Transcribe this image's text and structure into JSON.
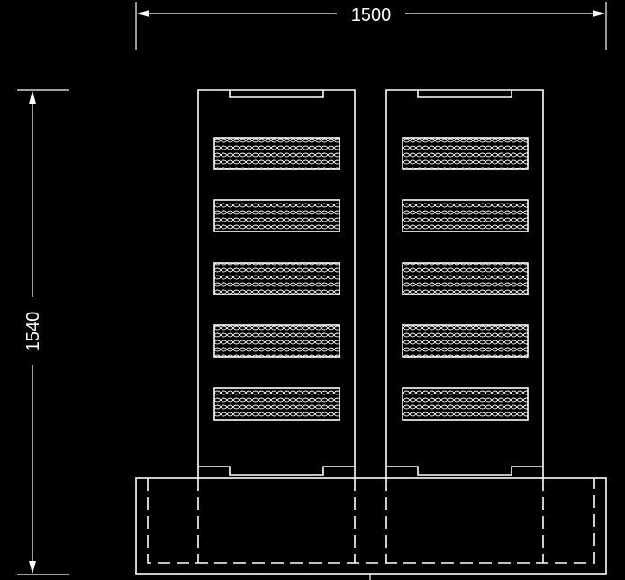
{
  "dimensions": {
    "width_label": "1500",
    "height_label": "1540"
  },
  "colors": {
    "background": "#000000",
    "lines": "#ffffff"
  },
  "units": [
    {
      "vents": 5
    },
    {
      "vents": 5
    }
  ]
}
